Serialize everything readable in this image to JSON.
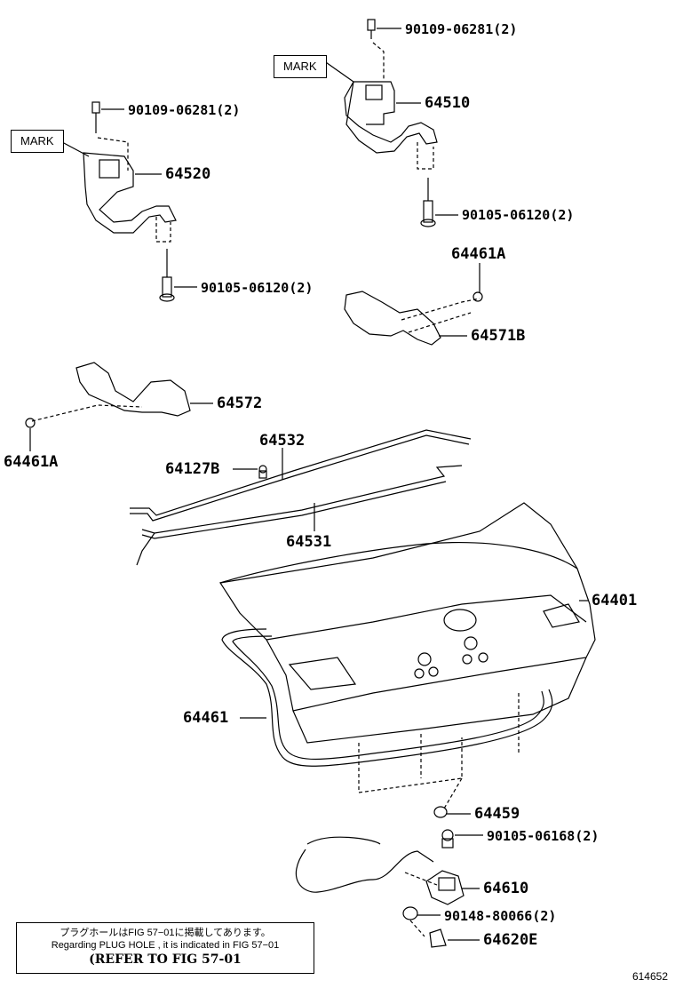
{
  "labels": {
    "p90109_top": "90109-06281(2)",
    "p64510": "64510",
    "p90109_left": "90109-06281(2)",
    "p64520": "64520",
    "p90105_right": "90105-06120(2)",
    "p90105_left": "90105-06120(2)",
    "p64461a_right": "64461A",
    "p64571b": "64571B",
    "p64572": "64572",
    "p64461a_left": "64461A",
    "p64532": "64532",
    "p64127b": "64127B",
    "p64531": "64531",
    "p64401": "64401",
    "p64461": "64461",
    "p64459": "64459",
    "p90105_06168": "90105-06168(2)",
    "p64610": "64610",
    "p90148": "90148-80066(2)",
    "p64620e": "64620E"
  },
  "mark_label": "MARK",
  "note": {
    "line1": "プラグホールはFIG 57−01に掲載してあります。",
    "line2": "Regarding PLUG HOLE , it is indicated in FIG 57−01",
    "line3": "(REFER TO FIG 57-01"
  },
  "diagram_code": "614652"
}
